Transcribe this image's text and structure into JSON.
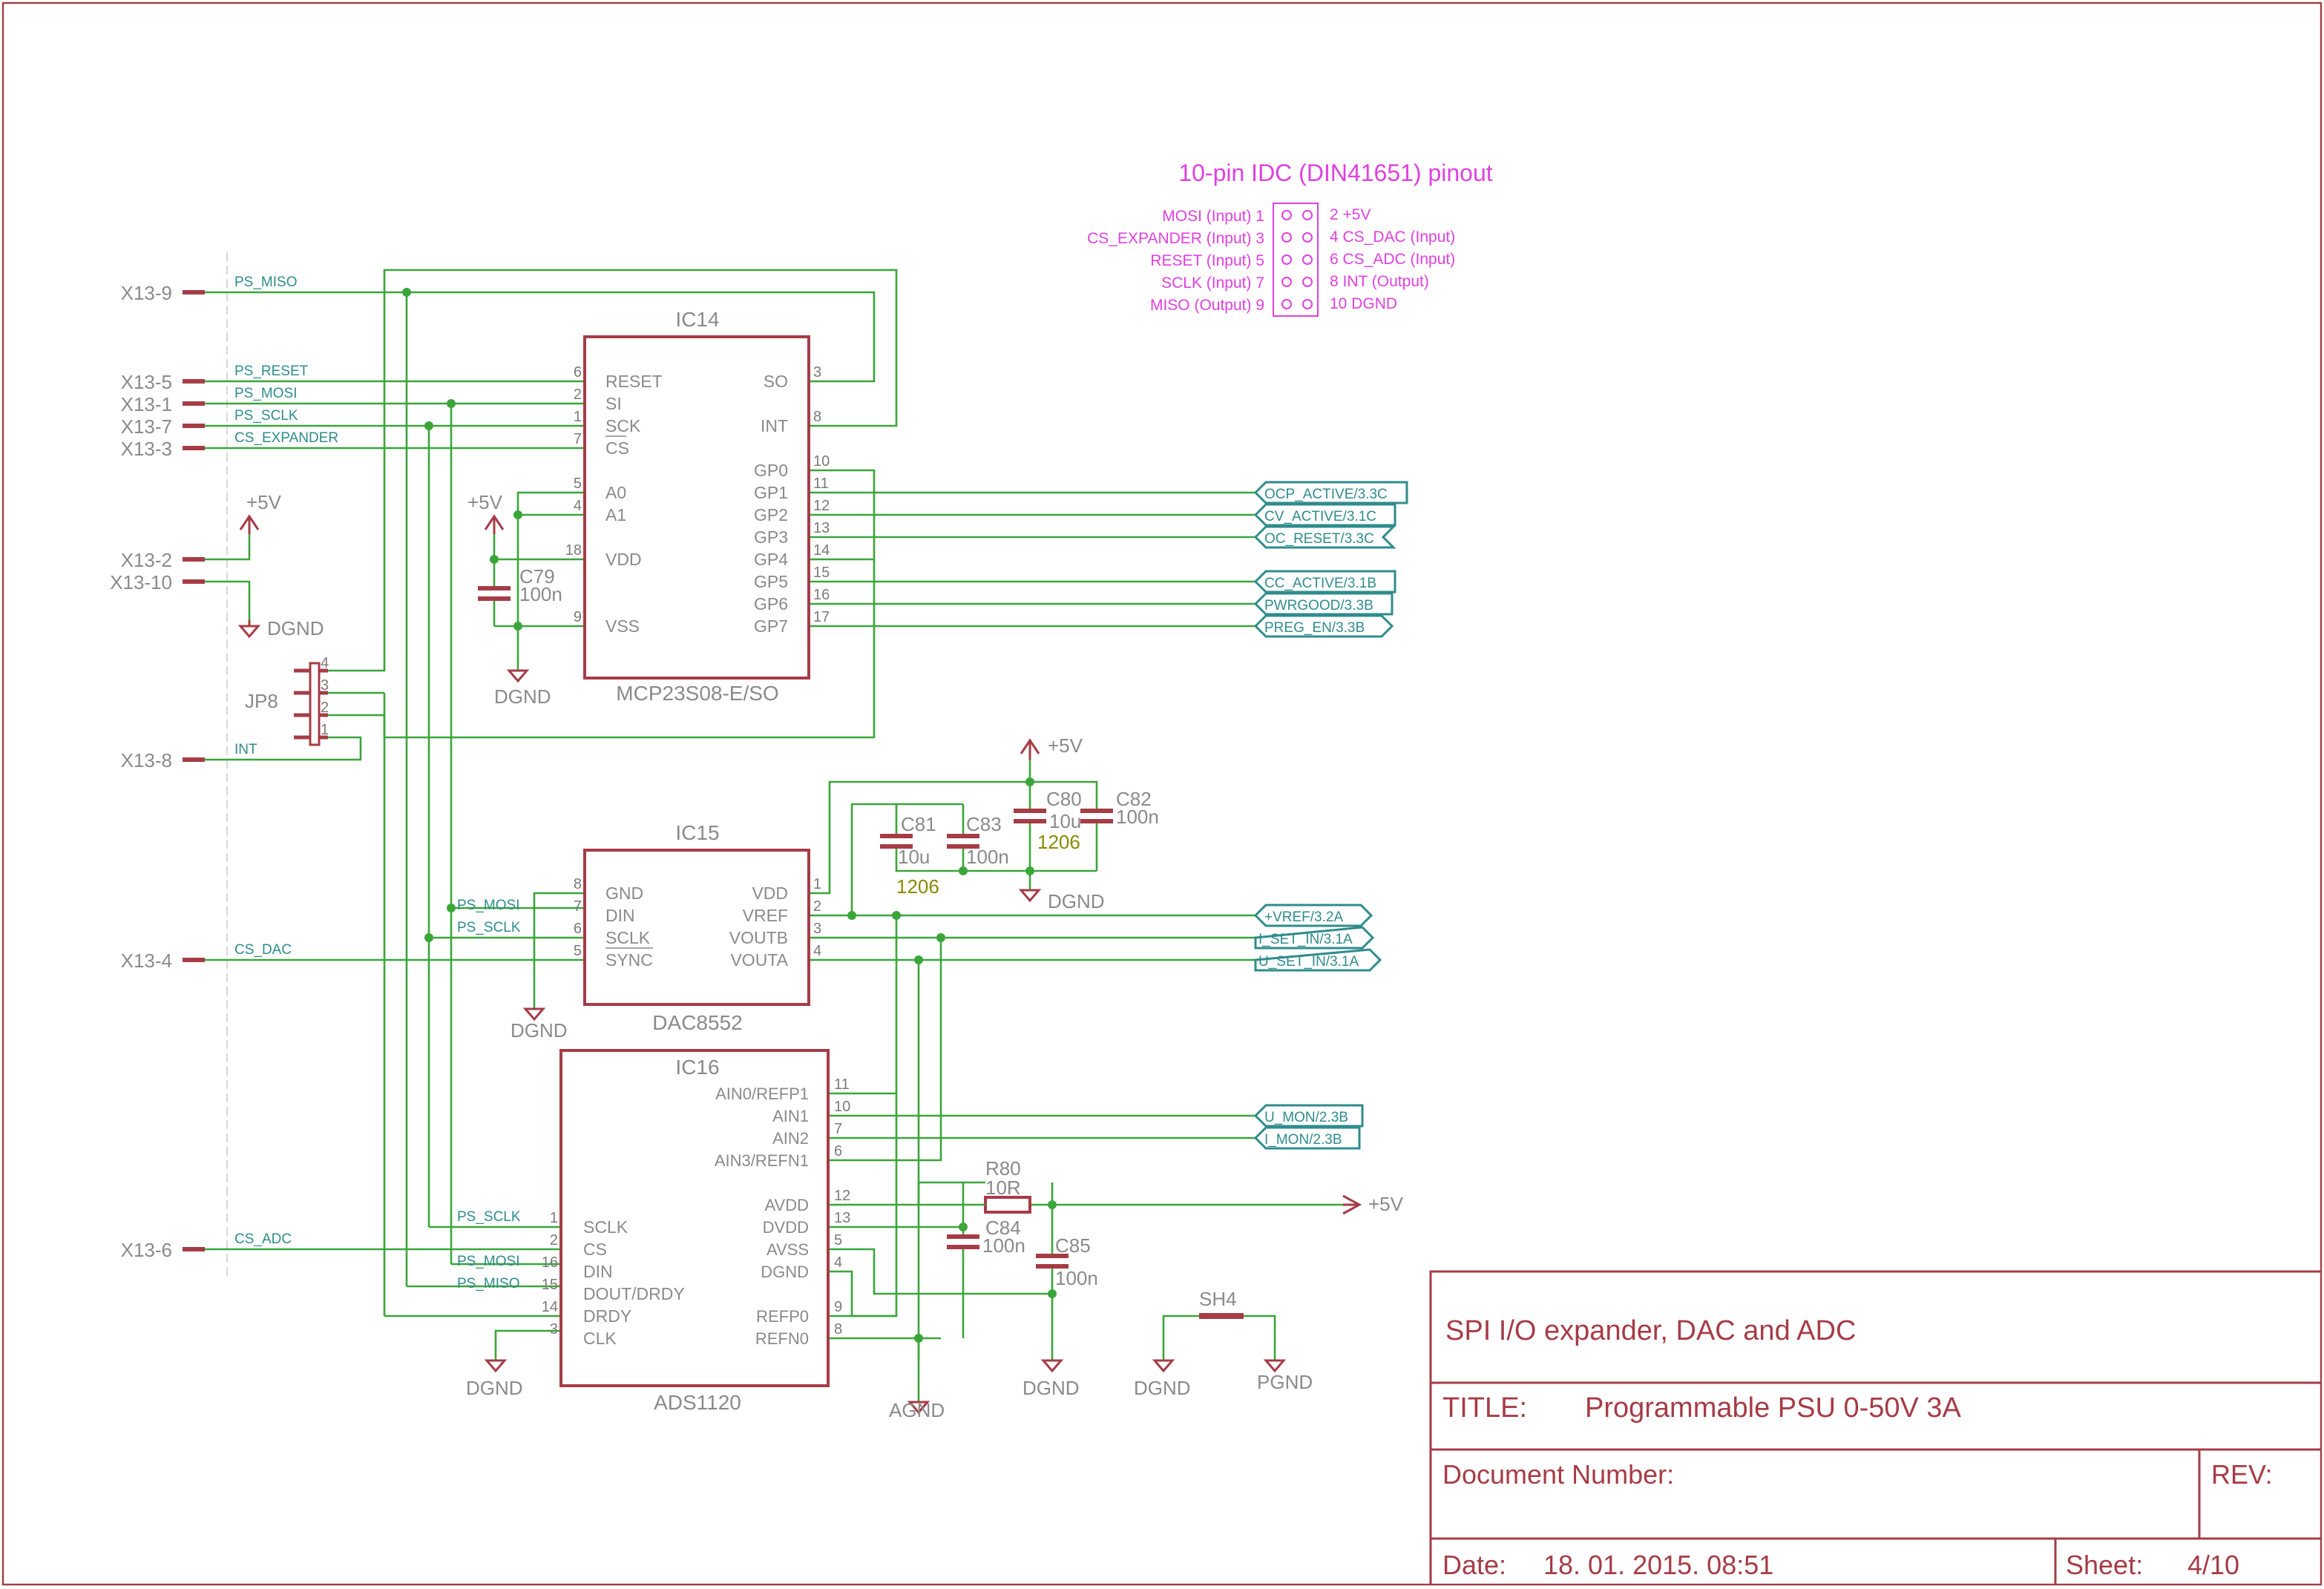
{
  "colors": {
    "frame": "#a63c46",
    "wire": "#3aa63a",
    "net_label": "#2f8c8c",
    "text_gray": "#8a8a8a",
    "pin_num": "#7a7a7a",
    "magenta": "#e040e0",
    "olive": "#8a8a00"
  },
  "idc": {
    "title": "10-pin IDC (DIN41651) pinout",
    "left": [
      "MOSI (Input) 1",
      "CS_EXPANDER (Input) 3",
      "RESET (Input) 5",
      "SCLK (Input) 7",
      "MISO (Output) 9"
    ],
    "right": [
      "2 +5V",
      "4 CS_DAC (Input)",
      "6 CS_ADC (Input)",
      "8 INT (Output)",
      "10 DGND"
    ]
  },
  "connectors": {
    "x13_9": "X13-9",
    "x13_5": "X13-5",
    "x13_1": "X13-1",
    "x13_7": "X13-7",
    "x13_3": "X13-3",
    "x13_2": "X13-2",
    "x13_10": "X13-10",
    "x13_8": "X13-8",
    "x13_4": "X13-4",
    "x13_6": "X13-6"
  },
  "nets": {
    "ps_miso": "PS_MISO",
    "ps_reset": "PS_RESET",
    "ps_mosi": "PS_MOSI",
    "ps_sclk": "PS_SCLK",
    "cs_expander": "CS_EXPANDER",
    "int": "INT",
    "cs_dac": "CS_DAC",
    "cs_adc": "CS_ADC"
  },
  "power": {
    "p5v": "+5V",
    "dgnd": "DGND",
    "agnd": "AGND",
    "pgnd": "PGND"
  },
  "jp8": {
    "name": "JP8",
    "pins": [
      "4",
      "3",
      "2",
      "1"
    ]
  },
  "ic14": {
    "name": "IC14",
    "value": "MCP23S08-E/SO",
    "left_pins": [
      {
        "num": "6",
        "label": "RESET"
      },
      {
        "num": "2",
        "label": "SI"
      },
      {
        "num": "1",
        "label": "SCK"
      },
      {
        "num": "7",
        "label": "CS"
      },
      {
        "num": "5",
        "label": "A0"
      },
      {
        "num": "4",
        "label": "A1"
      },
      {
        "num": "18",
        "label": "VDD"
      },
      {
        "num": "9",
        "label": "VSS"
      }
    ],
    "right_pins": [
      {
        "num": "3",
        "label": "SO"
      },
      {
        "num": "8",
        "label": "INT"
      },
      {
        "num": "10",
        "label": "GP0"
      },
      {
        "num": "11",
        "label": "GP1"
      },
      {
        "num": "12",
        "label": "GP2"
      },
      {
        "num": "13",
        "label": "GP3"
      },
      {
        "num": "14",
        "label": "GP4"
      },
      {
        "num": "15",
        "label": "GP5"
      },
      {
        "num": "16",
        "label": "GP6"
      },
      {
        "num": "17",
        "label": "GP7"
      }
    ]
  },
  "c79": {
    "name": "C79",
    "value": "100n"
  },
  "ic14_flags": [
    "OCP_ACTIVE/3.3C",
    "CV_ACTIVE/3.1C",
    "OC_RESET/3.3C",
    "CC_ACTIVE/3.1B",
    "PWRGOOD/3.3B",
    "PREG_EN/3.3B"
  ],
  "ic15": {
    "name": "IC15",
    "value": "DAC8552",
    "left_pins": [
      {
        "num": "8",
        "label": "GND"
      },
      {
        "num": "7",
        "label": "DIN"
      },
      {
        "num": "6",
        "label": "SCLK"
      },
      {
        "num": "5",
        "label": "SYNC"
      }
    ],
    "right_pins": [
      {
        "num": "1",
        "label": "VDD"
      },
      {
        "num": "2",
        "label": "VREF"
      },
      {
        "num": "3",
        "label": "VOUTB"
      },
      {
        "num": "4",
        "label": "VOUTA"
      }
    ]
  },
  "ic15_flags": [
    "+VREF/3.2A",
    "I_SET_IN/3.1A",
    "U_SET_IN/3.1A"
  ],
  "caps_dac": {
    "c81": {
      "name": "C81",
      "value": "10u"
    },
    "c83": {
      "name": "C83",
      "value": "100n"
    },
    "c80": {
      "name": "C80",
      "value": "10u"
    },
    "c82": {
      "name": "C82",
      "value": "100n"
    },
    "pkg1": "1206",
    "pkg2": "1206"
  },
  "ic16": {
    "name": "IC16",
    "value": "ADS1120",
    "left_pins": [
      {
        "num": "1",
        "label": "SCLK"
      },
      {
        "num": "2",
        "label": "CS"
      },
      {
        "num": "16",
        "label": "DIN"
      },
      {
        "num": "15",
        "label": "DOUT/DRDY"
      },
      {
        "num": "14",
        "label": "DRDY"
      },
      {
        "num": "3",
        "label": "CLK"
      }
    ],
    "right_pins": [
      {
        "num": "11",
        "label": "AIN0/REFP1"
      },
      {
        "num": "10",
        "label": "AIN1"
      },
      {
        "num": "7",
        "label": "AIN2"
      },
      {
        "num": "6",
        "label": "AIN3/REFN1"
      },
      {
        "num": "12",
        "label": "AVDD"
      },
      {
        "num": "13",
        "label": "DVDD"
      },
      {
        "num": "5",
        "label": "AVSS"
      },
      {
        "num": "4",
        "label": "DGND"
      },
      {
        "num": "9",
        "label": "REFP0"
      },
      {
        "num": "8",
        "label": "REFN0"
      }
    ]
  },
  "ic16_flags": [
    "U_MON/2.3B",
    "I_MON/2.3B"
  ],
  "r80": {
    "name": "R80",
    "value": "10R"
  },
  "c84": {
    "name": "C84",
    "value": "100n"
  },
  "c85": {
    "name": "C85",
    "value": "100n"
  },
  "sh4": {
    "name": "SH4"
  },
  "title_block": {
    "description": "SPI I/O expander, DAC and ADC",
    "title_label": "TITLE:",
    "title_value": "Programmable PSU 0-50V 3A",
    "doc_label": "Document Number:",
    "rev_label": "REV:",
    "date_label": "Date:",
    "date_value": "18. 01. 2015. 08:51",
    "sheet_label": "Sheet:",
    "sheet_value": "4/10"
  }
}
